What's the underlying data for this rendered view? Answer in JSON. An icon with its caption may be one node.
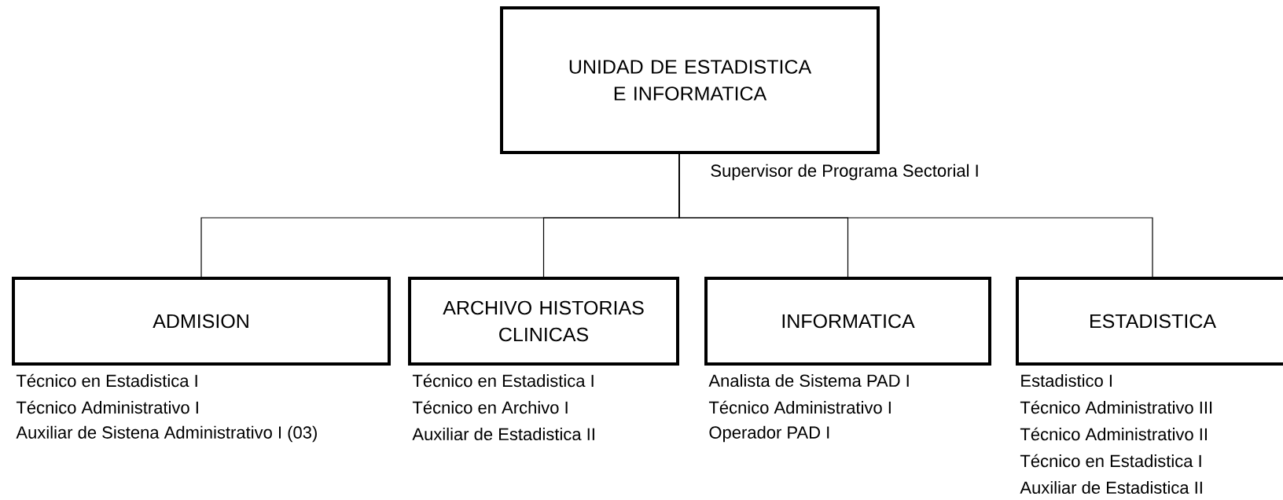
{
  "diagram": {
    "nodes": [
      {
        "text": [
          "UNIDAD DE ESTADISTICA E INFORMATICA"
        ],
        "beside": [
          "Supervisor  de Programa Sectorial I"
        ]
      },
      {
        "text": [
          "ADMISION"
        ],
        "beside": [
          "Técnico en Estadistica I",
          "Técnico Administrativo I",
          "Auxiliar de Sistena Administrativo I  (03)"
        ]
      },
      {
        "text": [
          "ARCHIVO HISTORIAS CLINICAS"
        ],
        "beside": [
          "Técnico en Estadistica I",
          "Técnico en Archivo I",
          "Auxiliar de Estadistica II"
        ]
      },
      {
        "text": [
          "INFORMATICA"
        ],
        "beside": [
          "Analista de Sistema PAD I",
          "Técnico Administrativo I",
          "Operador PAD I"
        ]
      },
      {
        "text": [
          "ESTADISTICA"
        ],
        "beside": [
          "Estadistico I",
          "Técnico Administrativo III",
          "Técnico Administrativo II",
          "Técnico en Estadistica I",
          "Auxiliar de Estadistica II"
        ]
      }
    ],
    "edges": [
      {
        "from": 0,
        "to": 1,
        "arrow": "none"
      },
      {
        "from": 0,
        "to": 2,
        "arrow": "none"
      },
      {
        "from": 0,
        "to": 3,
        "arrow": "none"
      },
      {
        "from": 0,
        "to": 4,
        "arrow": "none"
      }
    ]
  }
}
